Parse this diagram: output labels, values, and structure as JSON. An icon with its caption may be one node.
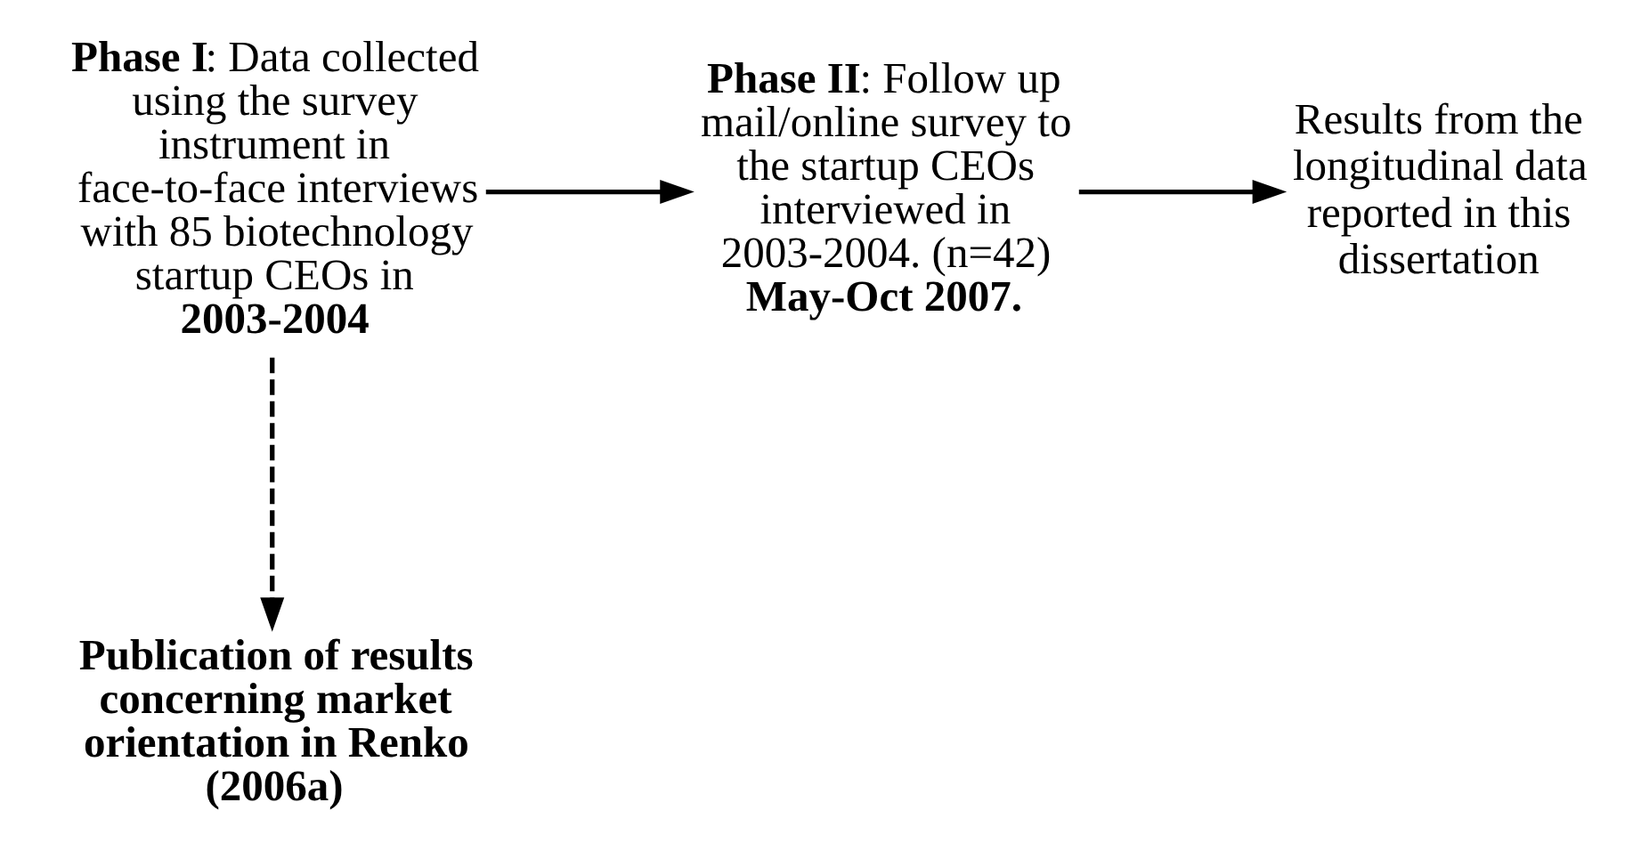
{
  "diagram": {
    "nodes": [
      {
        "text": [
          "**Phase I**: Data collected using the survey instrument in face-to-face interviews with 85 biotechnology startup CEOs in **2003-2004**"
        ]
      },
      {
        "text": [
          "**Phase II**: Follow up mail/online survey to the startup CEOs interviewed in 2003-2004. (n=42)",
          "May-Oct 2007."
        ]
      },
      {
        "text": [
          "Results from the longitudinal data reported in this dissertation"
        ]
      },
      {
        "text": [
          "Publication of results concerning market orientation in Renko (2006a)"
        ]
      }
    ],
    "edges": [
      {
        "from": 0,
        "to": 1,
        "arrow": "to"
      },
      {
        "from": 1,
        "to": 2,
        "arrow": "to"
      },
      {
        "from": 0,
        "to": 3,
        "arrow": "to",
        "style": "dashed"
      }
    ]
  }
}
